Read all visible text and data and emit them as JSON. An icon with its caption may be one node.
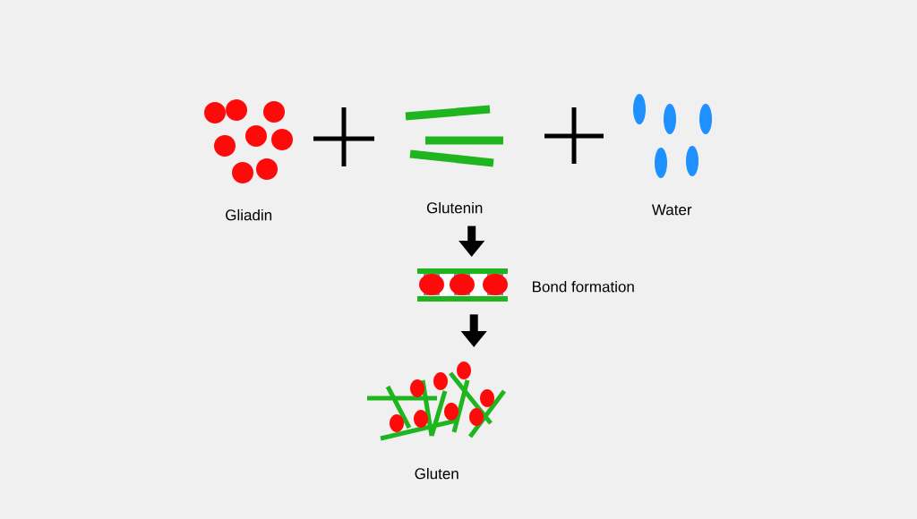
{
  "diagram": {
    "nodes": [
      {
        "text": [
          "Gliadin"
        ]
      },
      {
        "text": [
          "Glutenin"
        ]
      },
      {
        "text": [
          "Water"
        ]
      },
      {
        "text": [],
        "shape": "picture",
        "beside": [
          "Bond formation"
        ]
      },
      {
        "text": [
          "Gluten"
        ]
      }
    ],
    "edges": [
      {
        "from": 1,
        "to": 3,
        "arrow": "to"
      },
      {
        "from": 3,
        "to": 4,
        "arrow": "to"
      }
    ]
  }
}
